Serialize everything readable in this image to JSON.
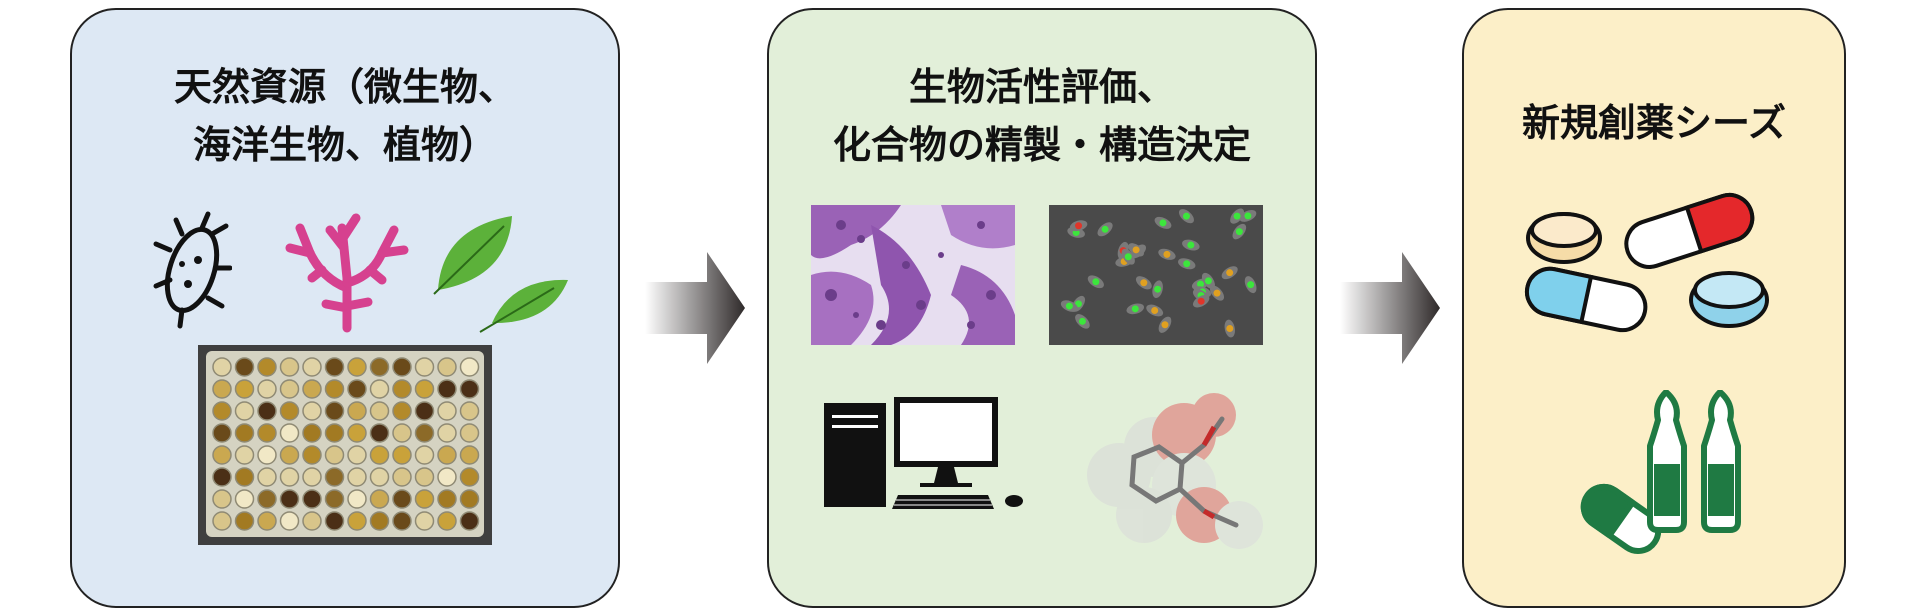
{
  "panels": [
    {
      "title_lines": [
        "天然資源（微生物、",
        "海洋生物、植物）"
      ]
    },
    {
      "title_lines": [
        "生物活性評価、",
        "化合物の精製・構造決定"
      ]
    },
    {
      "title_lines": [
        "新規創薬シーズ"
      ]
    }
  ],
  "icons": {
    "panel1": [
      "bacterium-icon",
      "coral-icon",
      "leaves-icon",
      "well-plate-photo"
    ],
    "panel2": [
      "stained-tissue-micrograph",
      "fluorescent-cells-micrograph",
      "computer-icon",
      "molecule-model"
    ],
    "panel3": [
      "tablet-icon",
      "capsule-icon",
      "ampoule-icon"
    ]
  },
  "colors": {
    "panel1_bg": "#dde8f4",
    "panel2_bg": "#e2efd9",
    "panel3_bg": "#fcefc8",
    "coral": "#d6418f",
    "leaf": "#5cb13a",
    "ampoule": "#1f7a43"
  }
}
